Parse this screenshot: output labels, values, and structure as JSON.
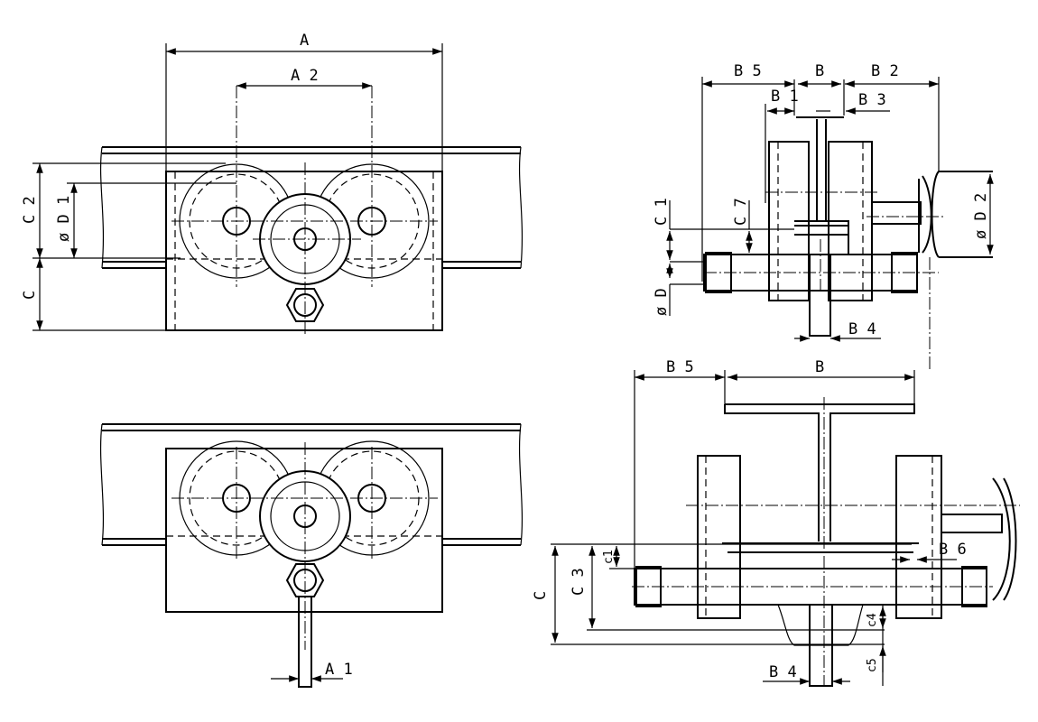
{
  "title": "Trolley dimension drawing",
  "views": {
    "top_left": {
      "A": "A",
      "A2": "A 2",
      "C2": "C 2",
      "D1": "ø D 1",
      "C": "C"
    },
    "bottom_left": {
      "A1": "A 1"
    },
    "top_right": {
      "B5": "B 5",
      "B": "B",
      "B2": "B 2",
      "B1": "B 1",
      "B3": "B 3",
      "C1": "C 1",
      "C7": "C 7",
      "D2": "ø D 2",
      "D": "ø D",
      "B4": "B 4"
    },
    "bottom_right": {
      "B5": "B 5",
      "B": "B",
      "C": "C",
      "C3": "C 3",
      "c1": "c1",
      "B6": "B 6",
      "c4": "c4",
      "c5": "c5",
      "B4": "B 4"
    }
  }
}
